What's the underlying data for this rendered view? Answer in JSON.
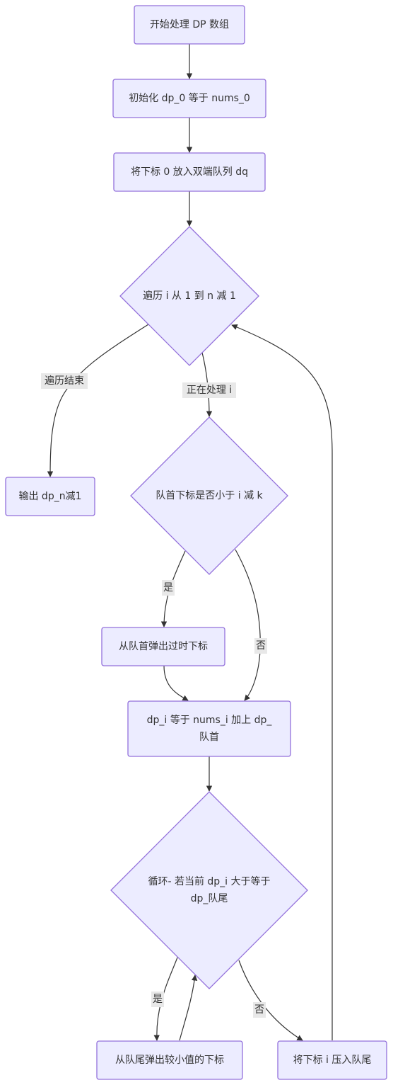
{
  "diagram": {
    "nodes": {
      "start": {
        "label_lines": [
          "开始处理 DP 数组"
        ]
      },
      "init": {
        "label_lines": [
          "初始化 dp_0 等于 nums_0"
        ]
      },
      "push0": {
        "label_lines": [
          "将下标 0 放入双端队列 dq"
        ]
      },
      "loop": {
        "label_lines": [
          "遍历 i 从 1 到 n 减 1"
        ]
      },
      "output": {
        "label_lines": [
          "输出 dp_n减1"
        ]
      },
      "check_front": {
        "label_lines": [
          "队首下标是否小于 i 减 k"
        ]
      },
      "pop_front": {
        "label_lines": [
          "从队首弹出过时下标"
        ]
      },
      "compute": {
        "label_lines": [
          "dp_i 等于 nums_i 加上 dp_",
          "队首"
        ]
      },
      "while_back": {
        "label_lines": [
          "循环- 若当前 dp_i 大于等于",
          "dp_队尾"
        ]
      },
      "pop_back": {
        "label_lines": [
          "从队尾弹出较小值的下标"
        ]
      },
      "push_i": {
        "label_lines": [
          "将下标 i 压入队尾"
        ]
      }
    },
    "edge_labels": {
      "loop_done": "遍历结束",
      "loop_processing": "正在处理 i",
      "front_yes": "是",
      "front_no": "否",
      "back_yes": "是",
      "back_no": "否"
    },
    "colors": {
      "node_fill": "#ECECFF",
      "node_stroke": "#9370DB",
      "edge_stroke": "#333333",
      "text": "#333333",
      "edge_label_bg": "#e8e8e8"
    }
  }
}
